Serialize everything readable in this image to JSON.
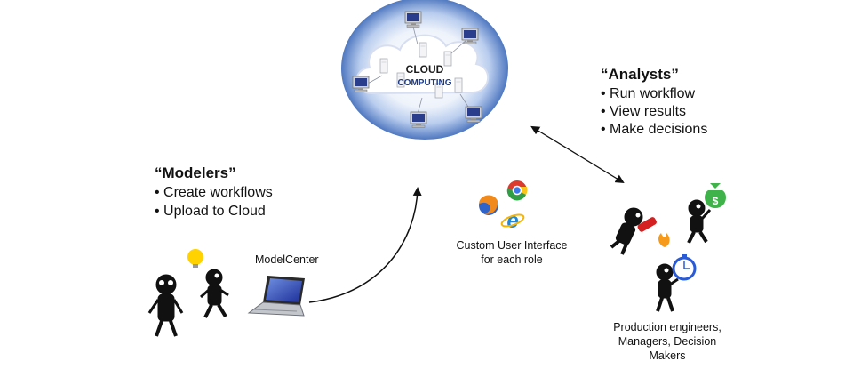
{
  "cloud": {
    "line1": "CLOUD",
    "line2": "COMPUTING",
    "label_color": "#1b3b8a"
  },
  "analysts": {
    "heading": "“Analysts”",
    "items": [
      "Run workflow",
      "View results",
      "Make decisions"
    ]
  },
  "modelers": {
    "heading": "“Modelers”",
    "items": [
      "Create workflows",
      "Upload to Cloud"
    ]
  },
  "modelcenter": {
    "label": "ModelCenter"
  },
  "interface": {
    "line1": "Custom User Interface",
    "line2": "for each role",
    "browsers": [
      "firefox-icon",
      "chrome-icon",
      "internet-explorer-icon"
    ]
  },
  "users": {
    "line1": "Production engineers,",
    "line2": "Managers, Decision",
    "line3": "Makers"
  },
  "colors": {
    "cloud_glow": "#7aa0d8",
    "arrow": "#111111",
    "money_bag": "#3fb34a",
    "stopwatch": "#2a5bd7",
    "lightbulb": "#ffd200",
    "extinguisher": "#d42020"
  }
}
